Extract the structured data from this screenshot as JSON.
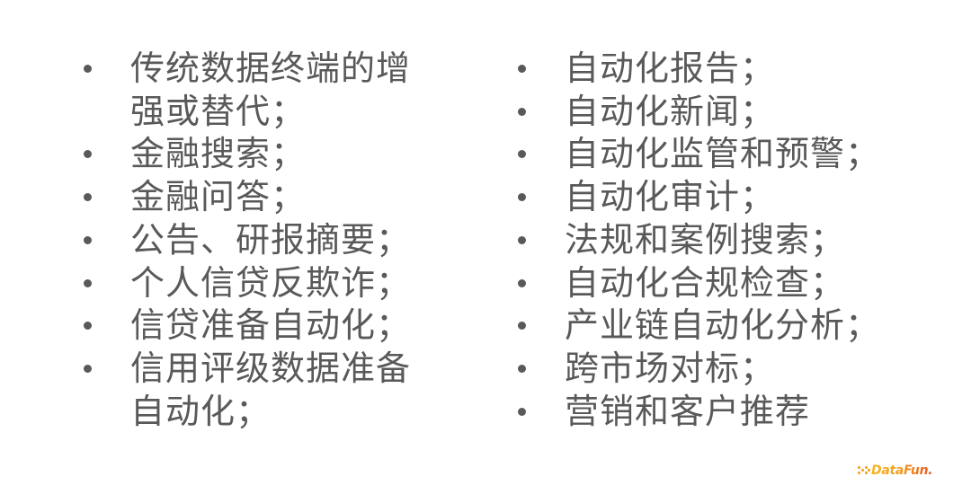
{
  "slide": {
    "left_column": {
      "items": [
        {
          "text": "传统数据终端的增强或替代；"
        },
        {
          "text": "金融搜索；"
        },
        {
          "text": "金融问答；"
        },
        {
          "text": "公告、研报摘要；"
        },
        {
          "text": "个人信贷反欺诈；"
        },
        {
          "text": "信贷准备自动化；"
        },
        {
          "text": "信用评级数据准备自动化；"
        }
      ]
    },
    "right_column": {
      "items": [
        {
          "text": "自动化报告；"
        },
        {
          "text": "自动化新闻；"
        },
        {
          "text": "自动化监管和预警；"
        },
        {
          "text": "自动化审计；"
        },
        {
          "text": "法规和案例搜索；"
        },
        {
          "text": "自动化合规检查；"
        },
        {
          "text": "产业链自动化分析；"
        },
        {
          "text": "跨市场对标；"
        },
        {
          "text": "营销和客户推荐"
        }
      ]
    },
    "logo": {
      "text": "DataFun.",
      "icon": "dots-icon"
    },
    "colors": {
      "text": "#595959",
      "background": "#ffffff",
      "logo_start": "#f7b524",
      "logo_end": "#e9541c"
    }
  }
}
